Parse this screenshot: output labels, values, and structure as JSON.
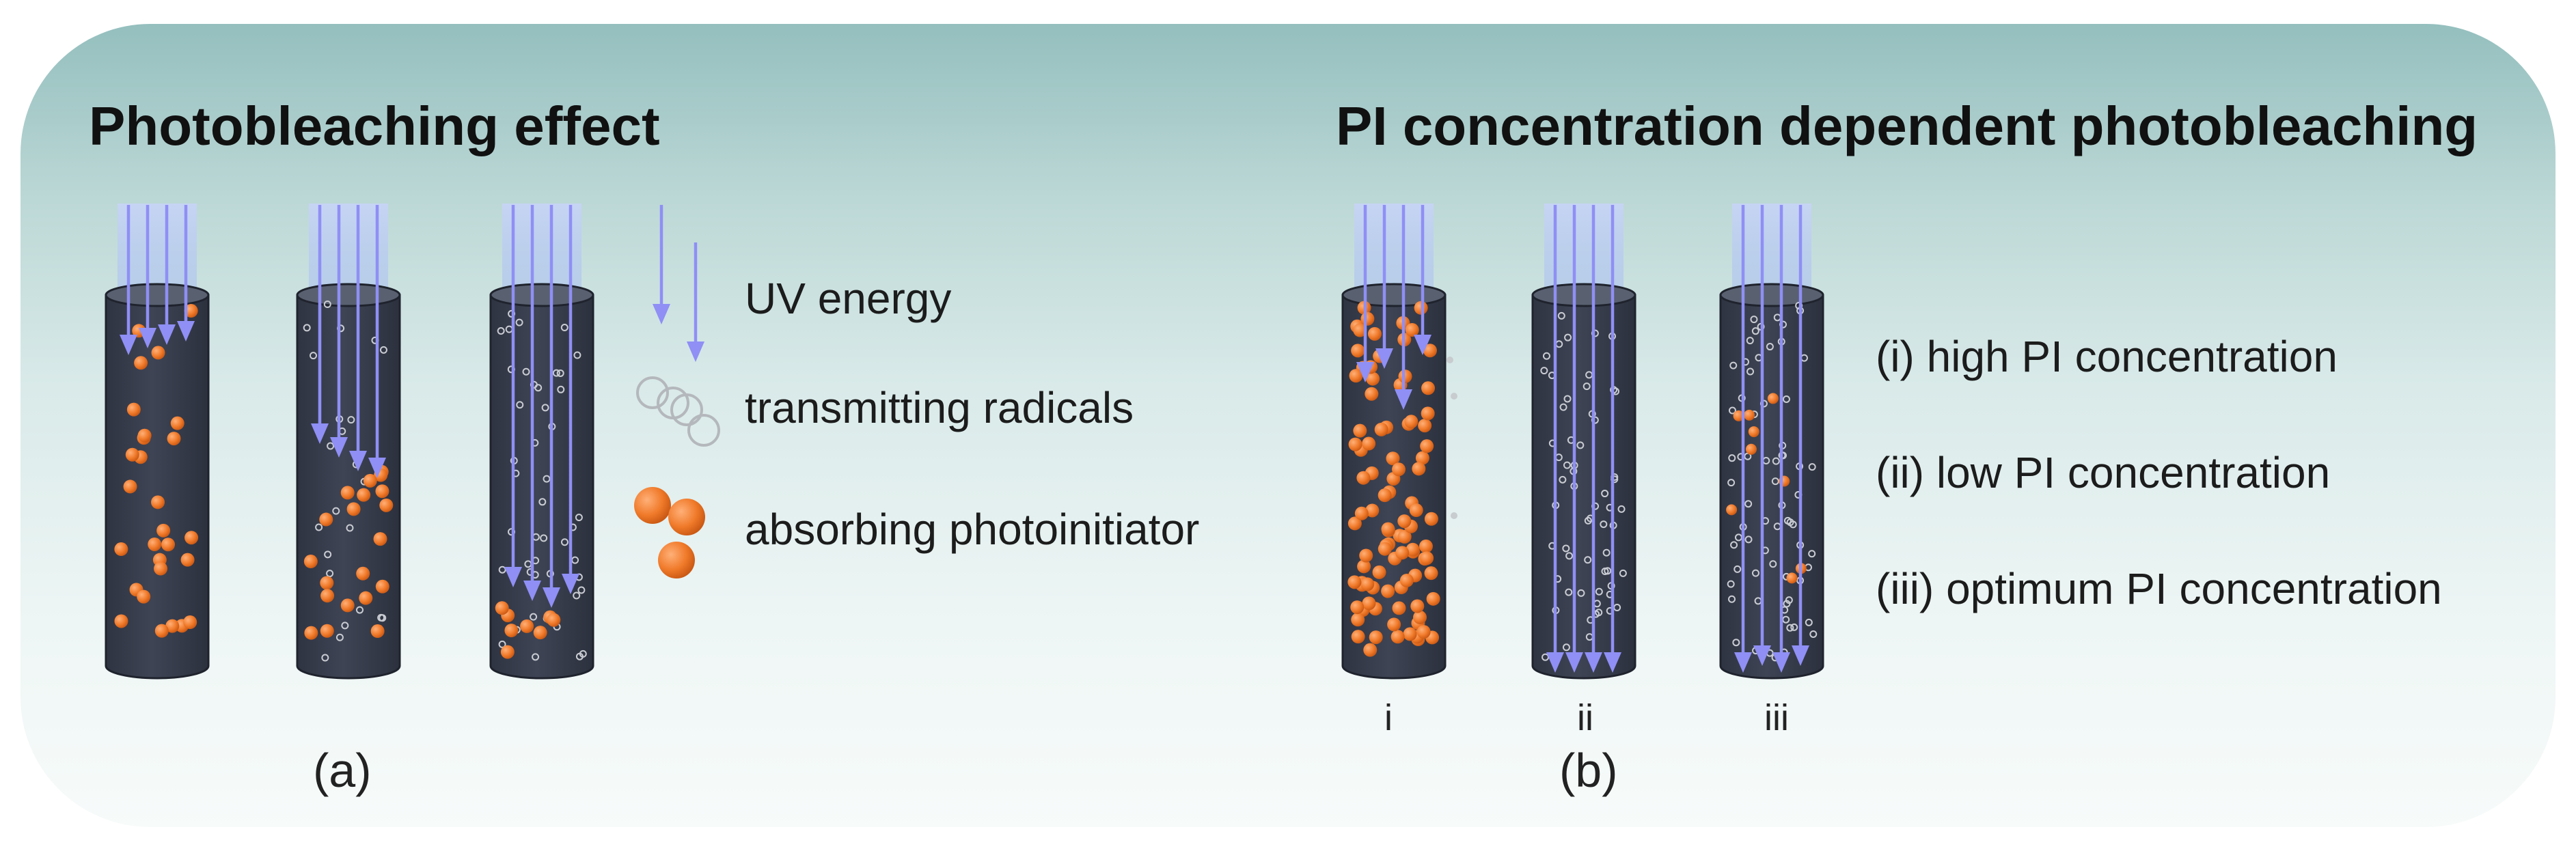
{
  "panel_a": {
    "title": "Photobleaching effect",
    "label": "(a)",
    "legend": {
      "uv": "UV energy",
      "radicals": "transmitting radicals",
      "photoinitiator": "absorbing photoinitiator"
    }
  },
  "panel_b": {
    "title": "PI concentration dependent photobleaching",
    "label": "(b)",
    "tube_labels": [
      "i",
      "ii",
      "iii"
    ],
    "legend": {
      "i": "(i) high PI concentration",
      "ii": "(ii) low PI concentration",
      "iii": "(iii) optimum PI concentration"
    }
  },
  "colors": {
    "tube": "#3e4454",
    "photoinitiator": "#f07a2a",
    "uv": "#8f8ff5",
    "radical": "#c9ccd2"
  },
  "icons": [
    "uv-arrow-icon",
    "radical-icon",
    "photoinitiator-icon"
  ]
}
